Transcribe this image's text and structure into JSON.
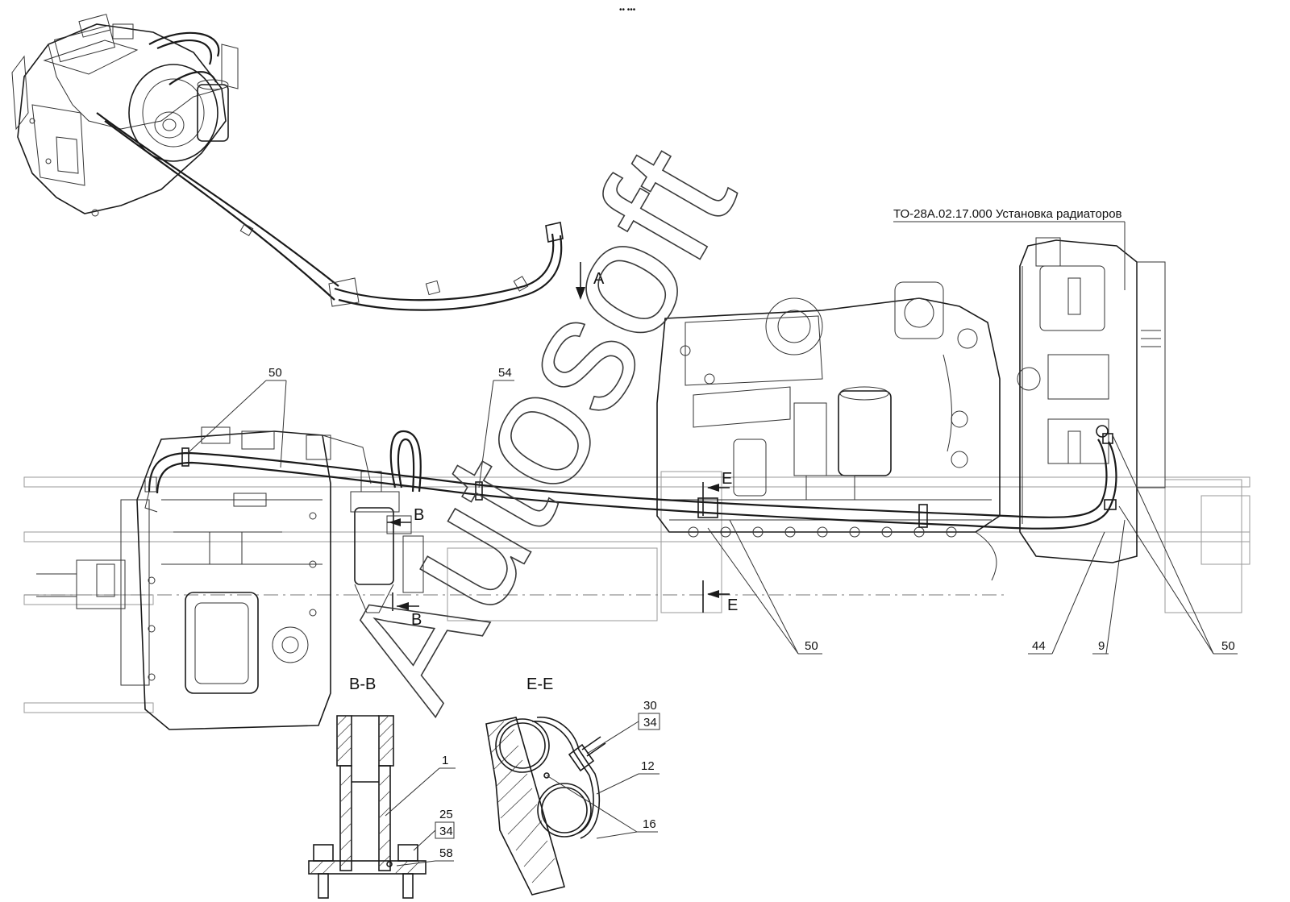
{
  "header_mark": "•• •••",
  "reference_note": "ТО-28А.02.17.000 Установка радиаторов",
  "view_arrows": {
    "a": "A",
    "b_upper": "B",
    "b_lower": "B",
    "e_upper": "E",
    "e_lower": "E"
  },
  "section_titles": {
    "bb": "B-B",
    "ee": "E-E"
  },
  "callouts": {
    "c50_top": "50",
    "c54": "54",
    "c50_mid": "50",
    "c44": "44",
    "c9": "9",
    "c50_right": "50",
    "c1": "1",
    "c25": "25",
    "c34_bb": "34",
    "c58": "58",
    "c30": "30",
    "c34_ee": "34",
    "c12": "12",
    "c16": "16"
  },
  "watermark": "Autosoft"
}
